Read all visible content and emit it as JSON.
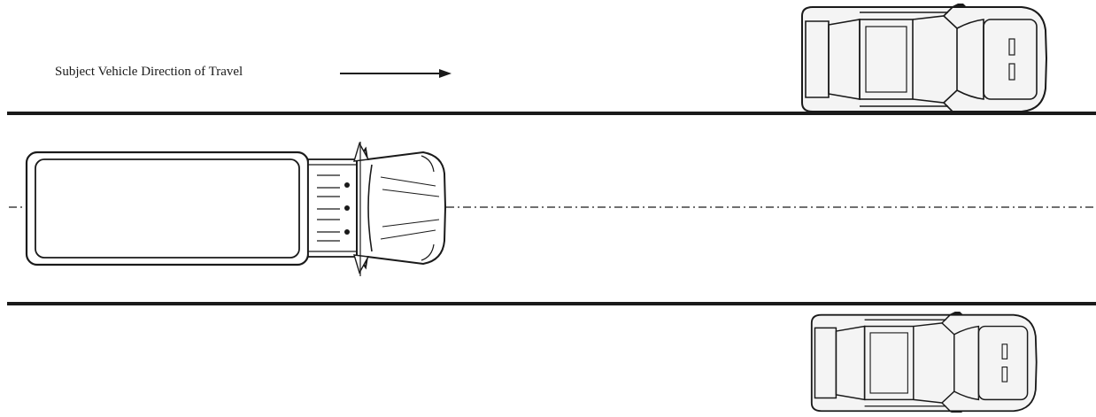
{
  "diagram": {
    "caption": "Subject Vehicle Direction of Travel",
    "colors": {
      "ink": "#1a1a1a",
      "background": "#ffffff",
      "car_fill": "#f4f4f4"
    },
    "elements": [
      {
        "kind": "lane-boundary",
        "name": "upper-lane-line"
      },
      {
        "kind": "lane-boundary",
        "name": "lower-lane-line"
      },
      {
        "kind": "center-line",
        "style": "dash-dot",
        "name": "lane-center-line"
      },
      {
        "kind": "truck",
        "name": "subject-truck",
        "direction": "right"
      },
      {
        "kind": "car",
        "name": "upper-adjacent-car",
        "direction": "right"
      },
      {
        "kind": "car",
        "name": "lower-adjacent-car",
        "direction": "right"
      }
    ]
  }
}
